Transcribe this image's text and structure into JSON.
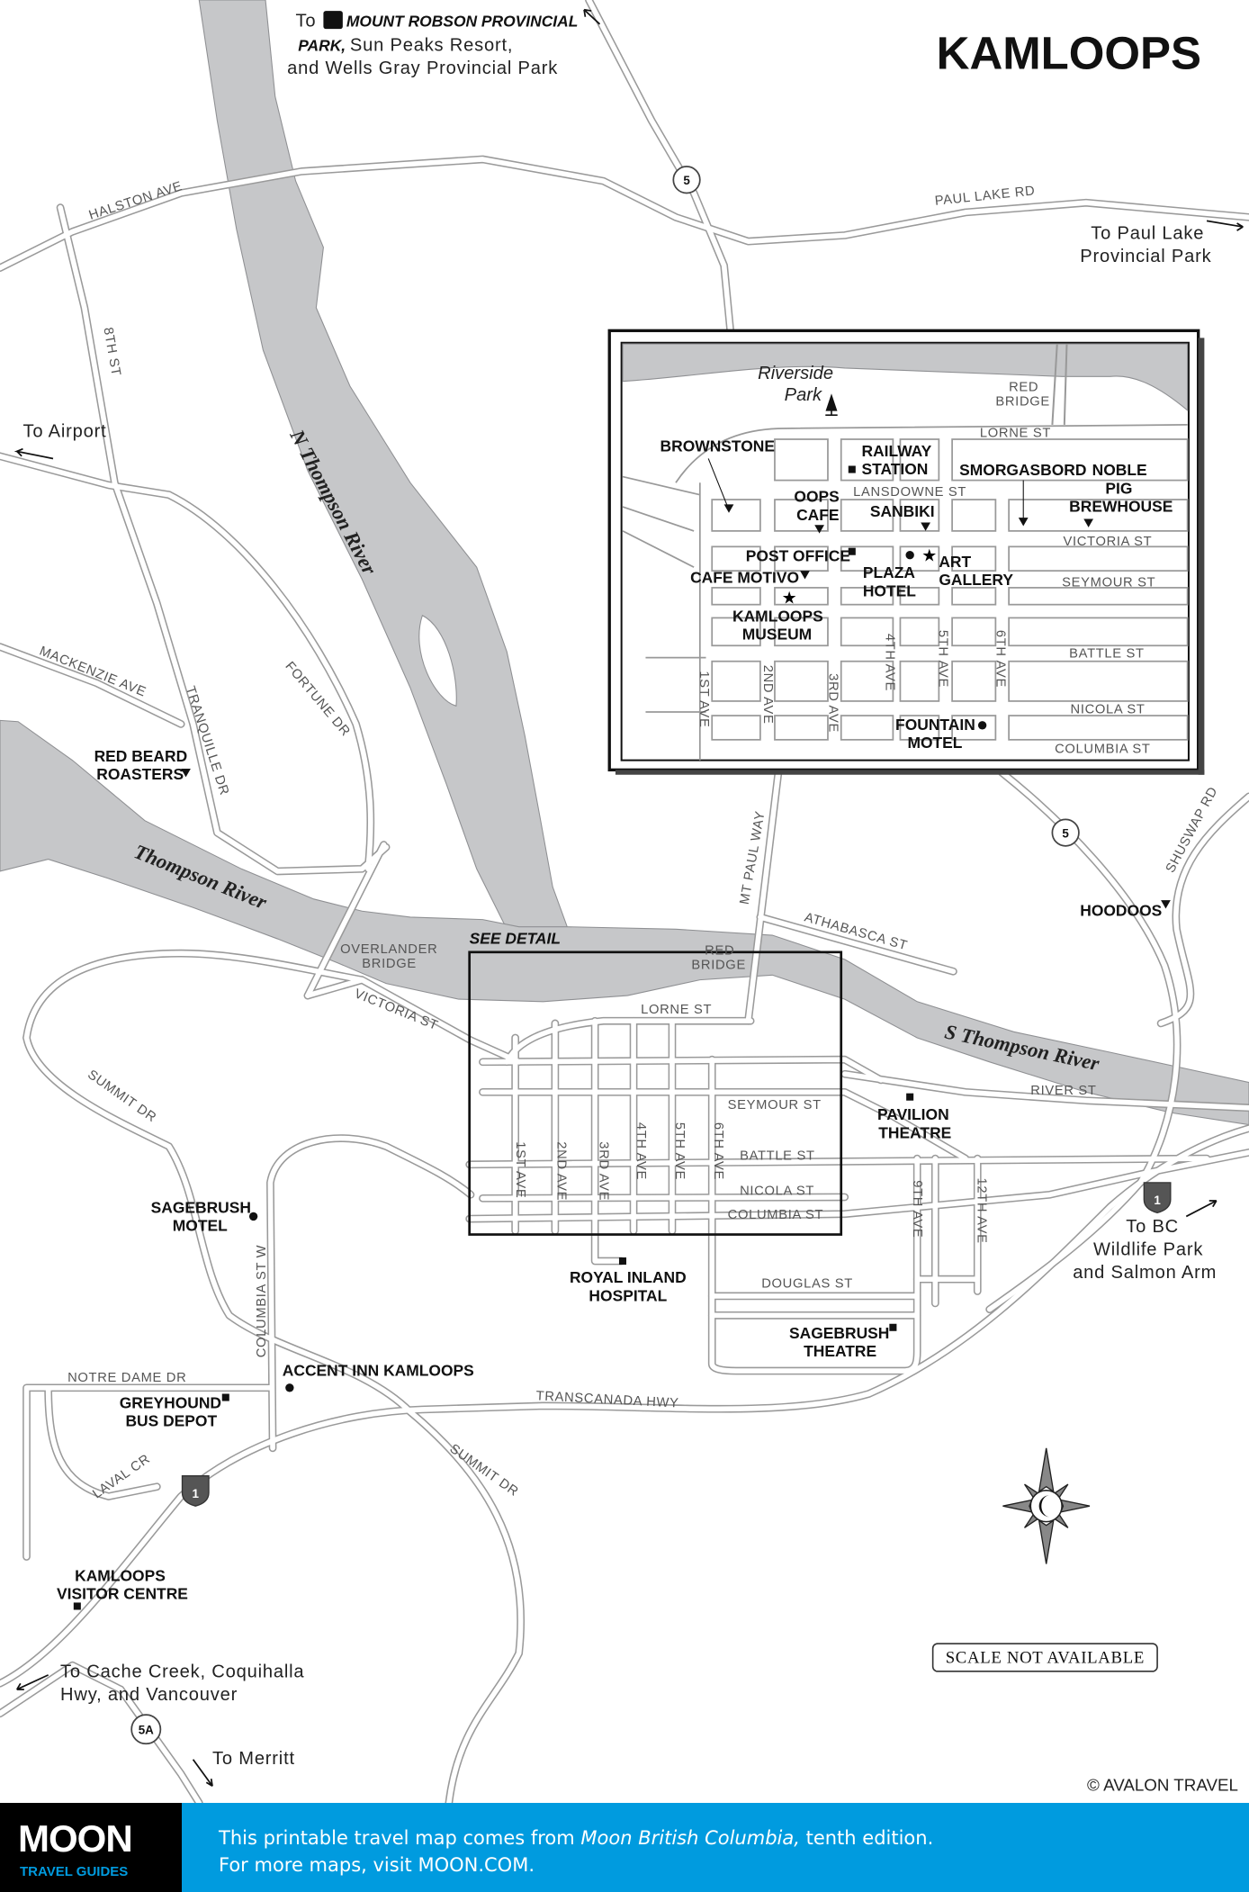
{
  "title": "KAMLOOPS",
  "destinations": {
    "robson_to": "To",
    "robson_bold_1": "MOUNT ROBSON PROVINCIAL",
    "robson_bold_2": "PARK,",
    "robson_rest_2": "Sun Peaks Resort,",
    "robson_line_3": "and Wells Gray Provincial Park",
    "paul_lake_1": "To Paul Lake",
    "paul_lake_2": "Provincial Park",
    "airport": "To Airport",
    "bc_wildlife_1": "To BC",
    "bc_wildlife_2": "Wildlife Park",
    "bc_wildlife_3": "and Salmon Arm",
    "cache_creek_1": "To Cache Creek, Coquihalla",
    "cache_creek_2": "Hwy, and Vancouver",
    "merritt": "To Merritt"
  },
  "rivers": {
    "n_thompson": "N Thompson River",
    "thompson": "Thompson River",
    "s_thompson": "S Thompson River"
  },
  "streets": {
    "halston": "HALSTON AVE",
    "paul_lake_rd": "PAUL LAKE RD",
    "eighth": "8TH ST",
    "mackenzie": "MACKENZIE AVE",
    "tranquille": "TRANQUILLE DR",
    "fortune": "FORTUNE DR",
    "overlander_1": "OVERLANDER",
    "overlander_2": "BRIDGE",
    "victoria": "VICTORIA ST",
    "summit_1": "SUMMIT DR",
    "summit_2": "SUMMIT DR",
    "columbia_w": "COLUMBIA ST W",
    "notre_dame": "NOTRE DAME DR",
    "laval": "LAVAL CR",
    "transcanada": "TRANSCANADA HWY",
    "mt_paul": "MT PAUL WAY",
    "athabasca": "ATHABASCA ST",
    "shuswap": "SHUSWAP RD",
    "red_bridge_1": "RED",
    "red_bridge_2": "BRIDGE",
    "lorne": "LORNE ST",
    "seymour": "SEYMOUR ST",
    "battle": "BATTLE ST",
    "nicola": "NICOLA ST",
    "columbia": "COLUMBIA ST",
    "river": "RIVER ST",
    "douglas": "DOUGLAS ST",
    "ave1": "1ST AVE",
    "ave2": "2ND AVE",
    "ave3": "3RD AVE",
    "ave4": "4TH AVE",
    "ave5": "5TH AVE",
    "ave6": "6TH AVE",
    "ave9": "9TH AVE",
    "ave12": "12TH AVE"
  },
  "poi": {
    "red_beard_1": "RED BEARD",
    "red_beard_2": "ROASTERS",
    "sagebrush_motel_1": "SAGEBRUSH",
    "sagebrush_motel_2": "MOTEL",
    "royal_inland_1": "ROYAL INLAND",
    "royal_inland_2": "HOSPITAL",
    "pavilion_1": "PAVILION",
    "pavilion_2": "THEATRE",
    "hoodoos": "HOODOOS",
    "accent_inn": "ACCENT INN KAMLOOPS",
    "greyhound_1": "GREYHOUND",
    "greyhound_2": "BUS DEPOT",
    "sagebrush_theatre_1": "SAGEBRUSH",
    "sagebrush_theatre_2": "THEATRE",
    "visitor_centre_1": "KAMLOOPS",
    "visitor_centre_2": "VISITOR CENTRE",
    "see_detail": "SEE DETAIL"
  },
  "highways": {
    "hwy5_north": "5",
    "hwy5_east": "5",
    "hwy5a": "5A",
    "tch_west": "1",
    "tch_east": "1"
  },
  "inset": {
    "park_1": "Riverside",
    "park_2": "Park",
    "red_bridge_1": "RED",
    "red_bridge_2": "BRIDGE",
    "lorne": "LORNE ST",
    "lansdowne": "LANSDOWNE ST",
    "victoria": "VICTORIA ST",
    "seymour": "SEYMOUR ST",
    "battle": "BATTLE ST",
    "nicola": "NICOLA ST",
    "columbia": "COLUMBIA ST",
    "ave1": "1ST AVE",
    "ave2": "2ND AVE",
    "ave3": "3RD AVE",
    "ave4": "4TH AVE",
    "ave5": "5TH AVE",
    "ave6": "6TH AVE",
    "brownstone": "BROWNSTONE",
    "railway_1": "RAILWAY",
    "railway_2": "STATION",
    "smorgasbord": "SMORGASBORD",
    "noble_1": "NOBLE",
    "noble_2": "PIG",
    "noble_3": "BREWHOUSE",
    "oops_1": "OOPS",
    "oops_2": "CAFE",
    "sanbiki": "SANBIKI",
    "post_office": "POST OFFICE",
    "cafe_motivo": "CAFE MOTIVO",
    "plaza_1": "PLAZA",
    "plaza_2": "HOTEL",
    "art_1": "ART",
    "art_2": "GALLERY",
    "museum_1": "KAMLOOPS",
    "museum_2": "MUSEUM",
    "fountain_1": "FOUNTAIN",
    "fountain_2": "MOTEL"
  },
  "scale_note": "SCALE NOT AVAILABLE",
  "copyright": "© AVALON TRAVEL",
  "footer": {
    "logo_main": "MOON",
    "logo_sub": "TRAVEL GUIDES",
    "line1_a": "This printable travel map comes from ",
    "line1_italic": "Moon British Columbia,",
    "line1_b": " tenth edition.",
    "line2": "For more maps, visit MOON.COM."
  },
  "colors": {
    "banner": "#009bdf",
    "river": "#c6c7c9",
    "road_casing": "#9a9a9a"
  }
}
